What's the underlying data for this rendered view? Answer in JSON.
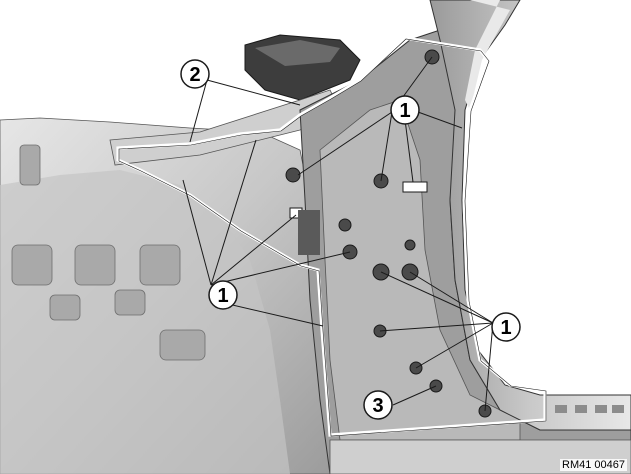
{
  "figure": {
    "callouts": [
      {
        "id": "c1a",
        "label": "1"
      },
      {
        "id": "c1b",
        "label": "1"
      },
      {
        "id": "c1c",
        "label": "1"
      },
      {
        "id": "c2",
        "label": "2"
      },
      {
        "id": "c3",
        "label": "3"
      }
    ],
    "reference_code": "RM41 00467"
  },
  "colors": {
    "background": "#ffffff",
    "metal_light": "#d8d8d8",
    "metal_mid": "#bdbdbd",
    "metal_dark": "#8a8a8a",
    "metal_shadow": "#5f5f5f",
    "outline": "#1a1a1a",
    "callout_fill": "#ffffff"
  }
}
